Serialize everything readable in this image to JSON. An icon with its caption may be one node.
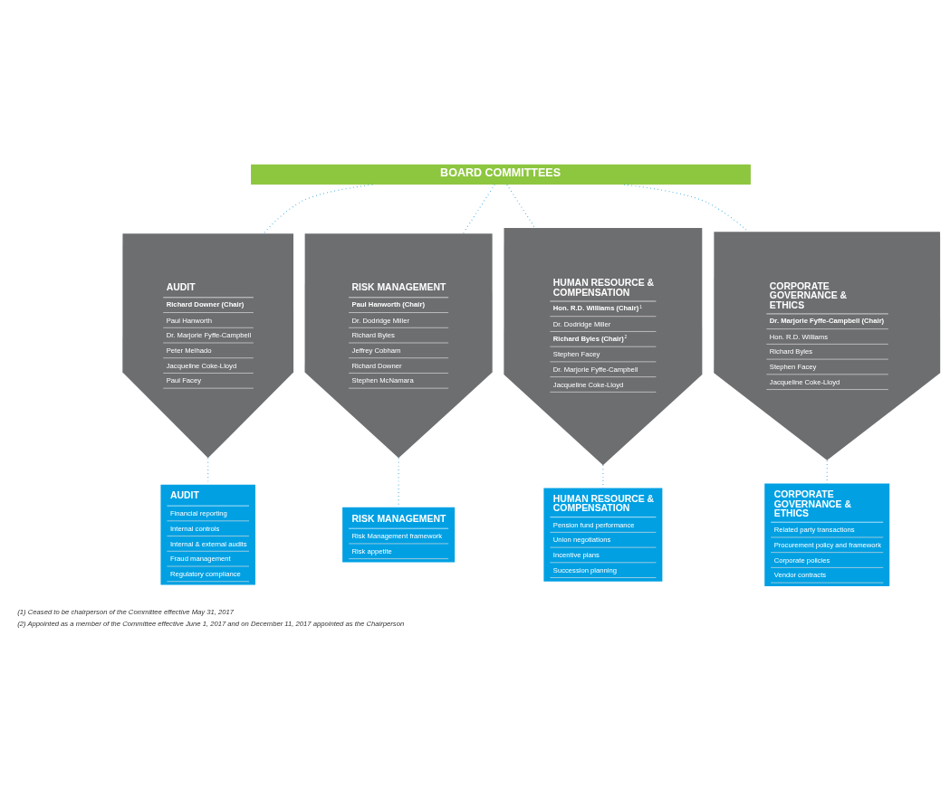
{
  "diagram": {
    "nodes": [
      {
        "text": [
          "BOARD COMMITTEES"
        ]
      },
      {
        "text": [
          "AUDIT",
          "**Richard Downer (Chair)**",
          "Paul Hanworth",
          "Dr. Marjorie Fyffe-Campbell",
          "Peter Melhado",
          "Jacqueline Coke-Lloyd",
          "Paul Facey"
        ]
      },
      {
        "text": [
          "RISK MANAGEMENT",
          "**Paul Hanworth (Chair)**",
          "Dr. Dodridge Miller",
          "Richard Byles",
          "Jeffrey Cobham",
          "Richard Downer",
          "Stephen McNamara"
        ]
      },
      {
        "text": [
          "HUMAN RESOURCE & COMPENSATION",
          "**Hon. R.D. Williams (Chair)**$^{1}$",
          "Dr. Dodridge Miller",
          "**Richard Byles (Chair)**$^{2}$",
          "Stephen Facey",
          "Dr. Marjorie Fyffe-Campbell",
          "Jacqueline Coke-Lloyd"
        ]
      },
      {
        "text": [
          "CORPORATE GOVERNANCE & ETHICS",
          "**Dr. Marjorie Fyffe-Campbell (Chair)**",
          "Hon. R.D. Williams",
          "Richard Byles",
          "Stephen Facey",
          "Jacqueline Coke-Lloyd"
        ]
      },
      {
        "text": [
          "AUDIT",
          "Financial reporting",
          "Internal controls",
          "Internal & external audits",
          "Fraud management",
          "Regulatory compliance"
        ]
      },
      {
        "text": [
          "RISK MANAGEMENT",
          "Risk Management framework",
          "Risk appetite"
        ]
      },
      {
        "text": [
          "HUMAN RESOURCE & COMPENSATION",
          "Pension fund performance",
          "Union negotiations",
          "Incentive plans",
          "Succession planning"
        ]
      },
      {
        "text": [
          "CORPORATE GOVERNANCE & ETHICS",
          "Related party transactions",
          "Procurement policy and framework",
          "Corporate policies",
          "Vendor contracts"
        ]
      }
    ],
    "edges": [
      {
        "from": 0,
        "to": 1,
        "arrow": "none",
        "style": "dashed"
      },
      {
        "from": 0,
        "to": 2,
        "arrow": "none",
        "style": "dashed"
      },
      {
        "from": 0,
        "to": 3,
        "arrow": "none",
        "style": "dashed"
      },
      {
        "from": 0,
        "to": 4,
        "arrow": "none",
        "style": "dashed"
      },
      {
        "from": 1,
        "to": 5,
        "arrow": "none",
        "style": "dashed"
      },
      {
        "from": 2,
        "to": 6,
        "arrow": "none",
        "style": "dashed"
      },
      {
        "from": 3,
        "to": 7,
        "arrow": "none",
        "style": "dashed"
      },
      {
        "from": 4,
        "to": 8,
        "arrow": "none",
        "style": "dashed"
      }
    ],
    "labels": [
      "(1) Ceased to be chairperson of the Committee effective May 31, 2017",
      "(2) Appointed as a member of the Committee effective June 1, 2017 and on December 11, 2017 appointed as the Chairperson"
    ]
  }
}
